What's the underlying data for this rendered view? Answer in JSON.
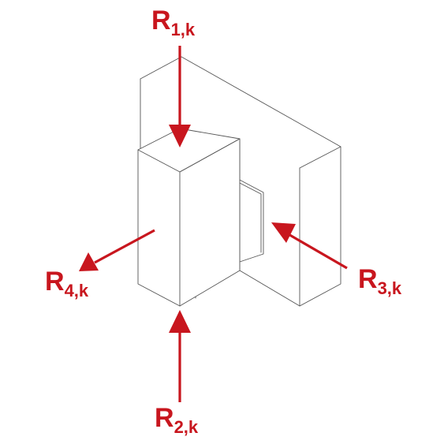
{
  "colors": {
    "arrow": "#c8161e",
    "label": "#c8161e",
    "edge": "#555555",
    "background": "#ffffff"
  },
  "forces": [
    {
      "id": "r1",
      "symbol": "R",
      "subscript": "1,k",
      "direction": "down"
    },
    {
      "id": "r2",
      "symbol": "R",
      "subscript": "2,k",
      "direction": "up"
    },
    {
      "id": "r3",
      "symbol": "R",
      "subscript": "3,k",
      "direction": "up-left"
    },
    {
      "id": "r4",
      "symbol": "R",
      "subscript": "4,k",
      "direction": "down-left"
    }
  ]
}
